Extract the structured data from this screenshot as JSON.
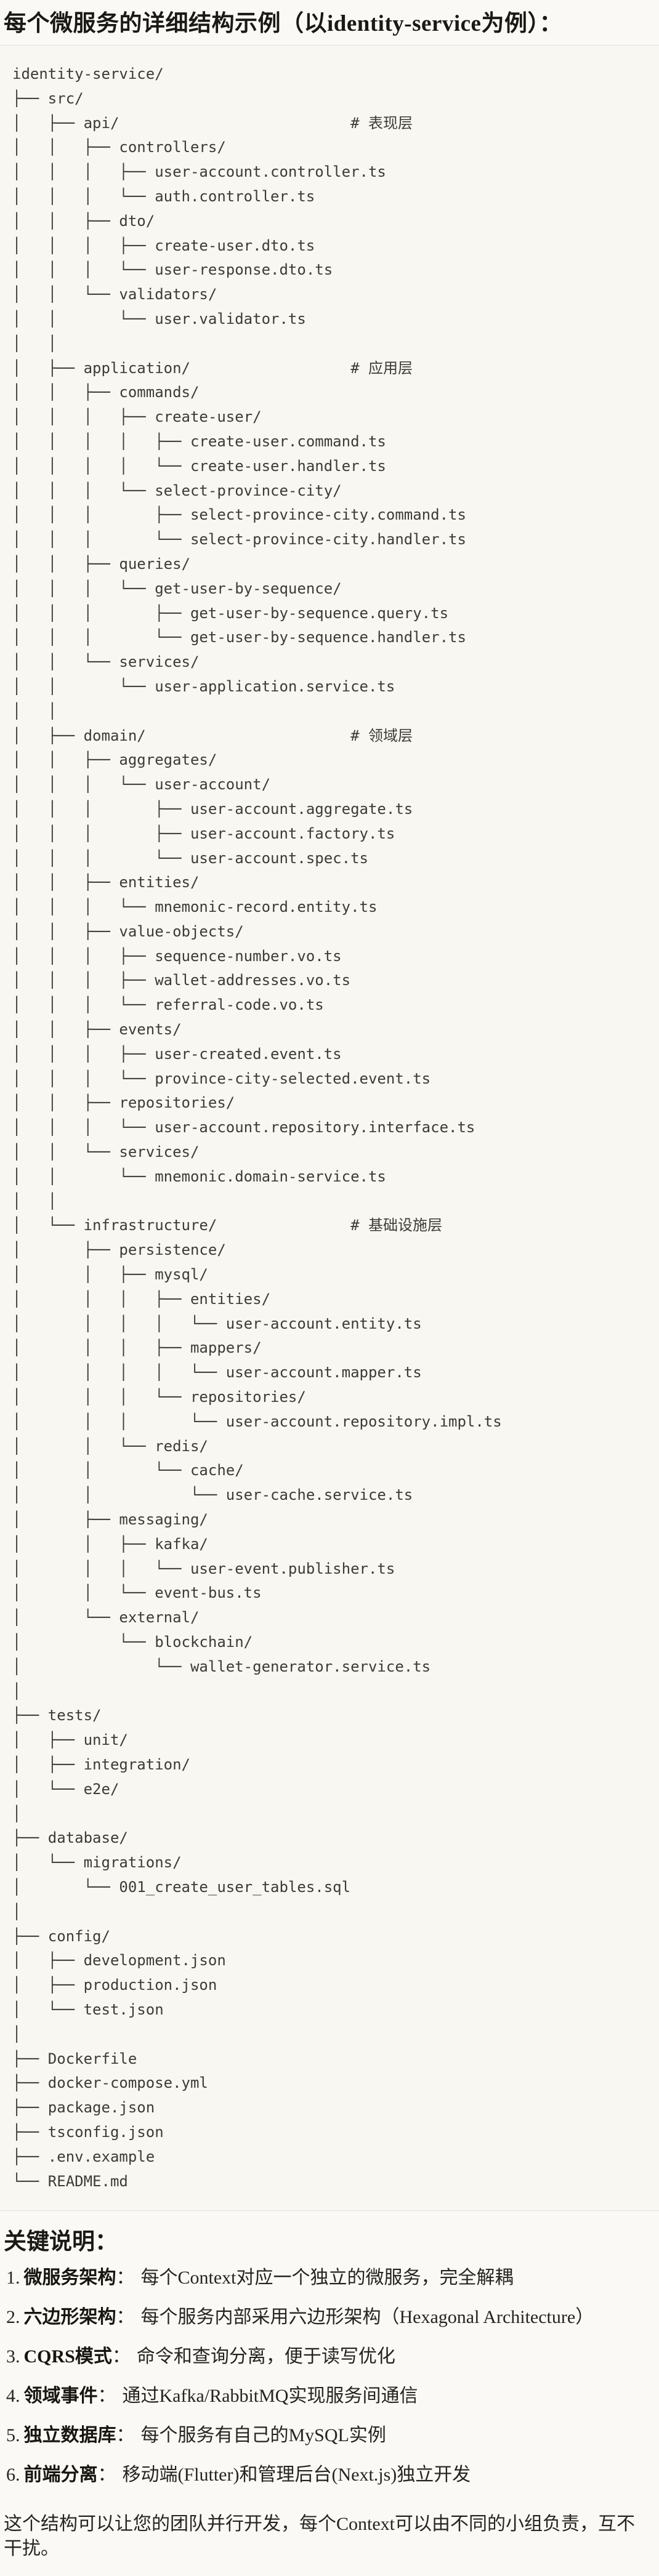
{
  "title": "每个微服务的详细结构示例（以identity-service为例）：",
  "code_block": {
    "tree_lines": [
      "identity-service/",
      "├── src/",
      "│   ├── api/                          # 表现层",
      "│   │   ├── controllers/",
      "│   │   │   ├── user-account.controller.ts",
      "│   │   │   └── auth.controller.ts",
      "│   │   ├── dto/",
      "│   │   │   ├── create-user.dto.ts",
      "│   │   │   └── user-response.dto.ts",
      "│   │   └── validators/",
      "│   │       └── user.validator.ts",
      "│   │",
      "│   ├── application/                  # 应用层",
      "│   │   ├── commands/",
      "│   │   │   ├── create-user/",
      "│   │   │   │   ├── create-user.command.ts",
      "│   │   │   │   └── create-user.handler.ts",
      "│   │   │   └── select-province-city/",
      "│   │   │       ├── select-province-city.command.ts",
      "│   │   │       └── select-province-city.handler.ts",
      "│   │   ├── queries/",
      "│   │   │   └── get-user-by-sequence/",
      "│   │   │       ├── get-user-by-sequence.query.ts",
      "│   │   │       └── get-user-by-sequence.handler.ts",
      "│   │   └── services/",
      "│   │       └── user-application.service.ts",
      "│   │",
      "│   ├── domain/                       # 领域层",
      "│   │   ├── aggregates/",
      "│   │   │   └── user-account/",
      "│   │   │       ├── user-account.aggregate.ts",
      "│   │   │       ├── user-account.factory.ts",
      "│   │   │       └── user-account.spec.ts",
      "│   │   ├── entities/",
      "│   │   │   └── mnemonic-record.entity.ts",
      "│   │   ├── value-objects/",
      "│   │   │   ├── sequence-number.vo.ts",
      "│   │   │   ├── wallet-addresses.vo.ts",
      "│   │   │   └── referral-code.vo.ts",
      "│   │   ├── events/",
      "│   │   │   ├── user-created.event.ts",
      "│   │   │   └── province-city-selected.event.ts",
      "│   │   ├── repositories/",
      "│   │   │   └── user-account.repository.interface.ts",
      "│   │   └── services/",
      "│   │       └── mnemonic.domain-service.ts",
      "│   │",
      "│   └── infrastructure/               # 基础设施层",
      "│       ├── persistence/",
      "│       │   ├── mysql/",
      "│       │   │   ├── entities/",
      "│       │   │   │   └── user-account.entity.ts",
      "│       │   │   ├── mappers/",
      "│       │   │   │   └── user-account.mapper.ts",
      "│       │   │   └── repositories/",
      "│       │   │       └── user-account.repository.impl.ts",
      "│       │   └── redis/",
      "│       │       └── cache/",
      "│       │           └── user-cache.service.ts",
      "│       ├── messaging/",
      "│       │   ├── kafka/",
      "│       │   │   └── user-event.publisher.ts",
      "│       │   └── event-bus.ts",
      "│       └── external/",
      "│           └── blockchain/",
      "│               └── wallet-generator.service.ts",
      "│",
      "├── tests/",
      "│   ├── unit/",
      "│   ├── integration/",
      "│   └── e2e/",
      "│",
      "├── database/",
      "│   └── migrations/",
      "│       └── 001_create_user_tables.sql",
      "│",
      "├── config/",
      "│   ├── development.json",
      "│   ├── production.json",
      "│   └── test.json",
      "│",
      "├── Dockerfile",
      "├── docker-compose.yml",
      "├── package.json",
      "├── tsconfig.json",
      "├── .env.example",
      "└── README.md"
    ]
  },
  "notes": {
    "heading": "关键说明：",
    "items": [
      {
        "num": "1.",
        "label": "微服务架构",
        "separator": "：",
        "text": "每个Context对应一个独立的微服务，完全解耦"
      },
      {
        "num": "2.",
        "label": "六边形架构",
        "separator": "：",
        "text": "每个服务内部采用六边形架构（Hexagonal Architecture）"
      },
      {
        "num": "3.",
        "label": "CQRS模式",
        "separator": "：",
        "text": "命令和查询分离，便于读写优化"
      },
      {
        "num": "4.",
        "label": "领域事件",
        "separator": "：",
        "text": "通过Kafka/RabbitMQ实现服务间通信"
      },
      {
        "num": "5.",
        "label": "独立数据库",
        "separator": "：",
        "text": "每个服务有自己的MySQL实例"
      },
      {
        "num": "6.",
        "label": "前端分离",
        "separator": "：",
        "text": "移动端(Flutter)和管理后台(Next.js)独立开发"
      }
    ],
    "closing": "这个结构可以让您的团队并行开发，每个Context可以由不同的小组负责，互不干扰。"
  },
  "colors": {
    "page_bg": "#FAF9F5",
    "code_bg": "#F8F7F2",
    "code_border": "#E5E3DC",
    "code_text": "#3C3B36",
    "heading_text": "#1A1915",
    "body_text": "#26241F"
  }
}
